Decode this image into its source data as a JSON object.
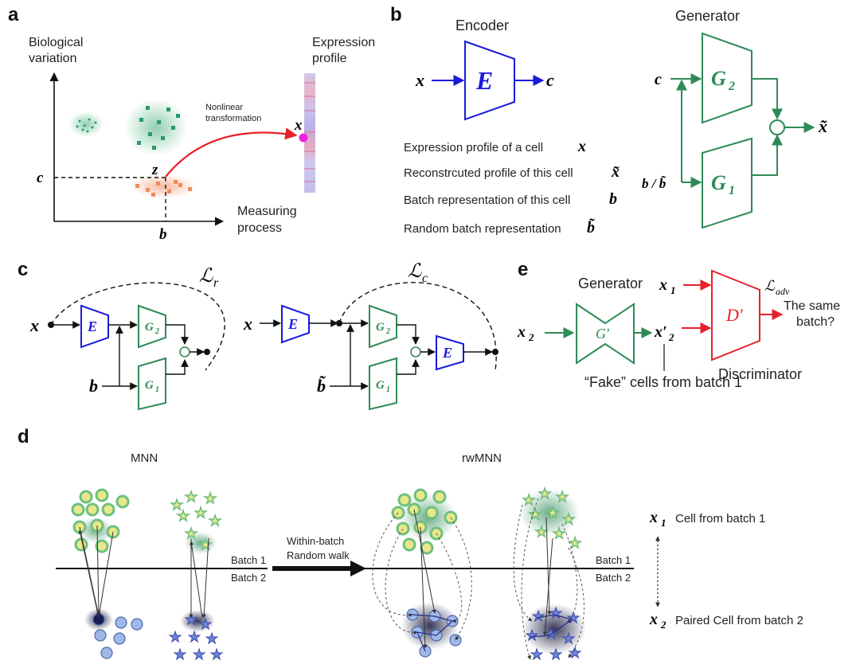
{
  "colors": {
    "encoder": "#1a1adb",
    "generator": "#2e8b57",
    "discriminator": "#e8202a",
    "arrow_red": "#e8202a",
    "magenta": "#ee22dd",
    "cluster_green": "#3aa874",
    "cluster_orange": "#f08a5d",
    "batch2_cell": "#7f9fd6",
    "batch2_dark": "#1a1a5a"
  },
  "panels": {
    "a": "a",
    "b": "b",
    "c": "c",
    "d": "d",
    "e": "e"
  },
  "panel_a": {
    "y_axis_label": [
      "Biological",
      "variation"
    ],
    "x_axis_label": [
      "Measuring",
      "process"
    ],
    "expression_label": [
      "Expression",
      "profile"
    ],
    "arrow_label": [
      "Nonlinear",
      "transformation"
    ],
    "c": "c",
    "b": "b",
    "z": "z",
    "x": "x"
  },
  "panel_b": {
    "encoder_title": "Encoder",
    "generator_title": "Generator",
    "encoder_symbol": "E",
    "g2_symbol": "G",
    "g2_sub": "2",
    "g1_symbol": "G",
    "g1_sub": "1",
    "in_x": "x",
    "out_c": "c",
    "gen_c": "c",
    "gen_b": "b / b̃",
    "gen_out": "x̃",
    "legend": [
      {
        "text": "Expression profile of a cell",
        "sym": "x"
      },
      {
        "text": "Reconstrcuted profile of this cell",
        "sym": "x̃"
      },
      {
        "text": "Batch representation of this cell",
        "sym": "b"
      },
      {
        "text": "Random batch representation",
        "sym": "b̃"
      }
    ]
  },
  "panel_c": {
    "loss_r": "ℒ",
    "loss_r_sub": "r",
    "loss_c": "ℒ",
    "loss_c_sub": "c",
    "x": "x",
    "b": "b",
    "b_tilde": "b̃",
    "E": "E",
    "G2": "G",
    "G2_sub": "2",
    "G1": "G",
    "G1_sub": "1"
  },
  "panel_e": {
    "generator_title": "Generator",
    "discriminator_title": "Discriminator",
    "x1": "x",
    "x1_sub": "1",
    "x2": "x",
    "x2_sub": "2",
    "x2p": "x′",
    "x2p_sub": "2",
    "g_prime": "G′",
    "d_prime": "D′",
    "loss": "ℒ",
    "loss_sub": "adv",
    "question": [
      "The same",
      "batch?"
    ],
    "fake_label": "“Fake” cells from batch 1"
  },
  "panel_d": {
    "mnn_title": "MNN",
    "rwmnn_title": "rwMNN",
    "batch1": "Batch 1",
    "batch2": "Batch 2",
    "arrow_label": [
      "Within-batch",
      "Random walk"
    ],
    "legend_x1": "x",
    "legend_x1_sub": "1",
    "legend_x1_text": "Cell from batch 1",
    "legend_x2": "x",
    "legend_x2_sub": "2",
    "legend_x2_text": "Paired Cell from batch 2"
  }
}
